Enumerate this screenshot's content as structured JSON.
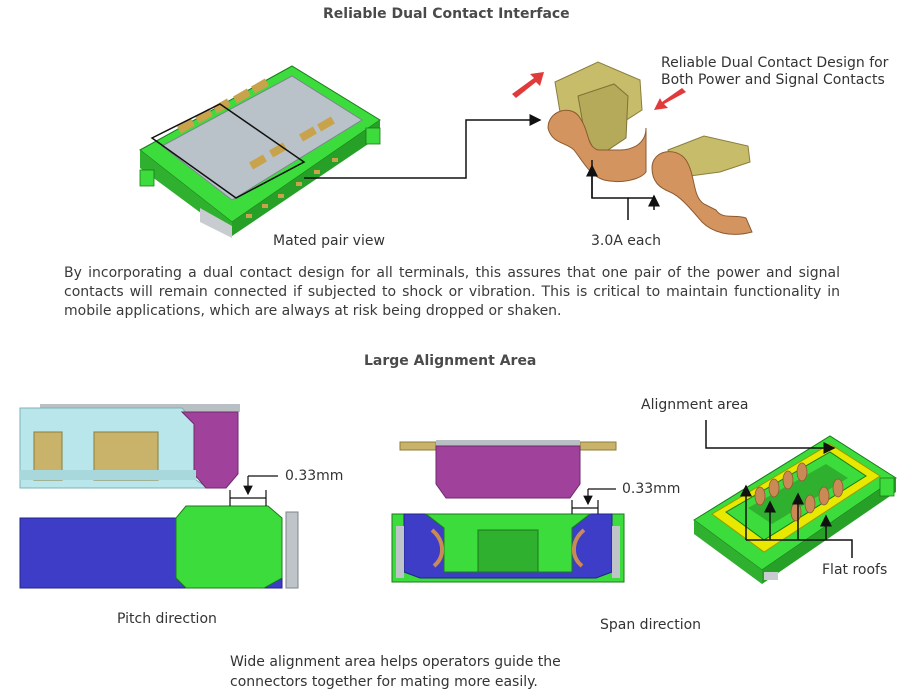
{
  "section1": {
    "title": "Reliable Dual Contact Interface",
    "callout_line1": "Reliable Dual Contact Design for",
    "callout_line2": "Both Power and Signal Contacts",
    "mated_label": "Mated pair view",
    "current_label": "3.0A each",
    "paragraph": "By incorporating a dual contact design for all terminals, this assures that one pair of the power and signal contacts will remain connected if subjected to shock or vibration. This is critical to maintain functionality in mobile applications, which are always at risk being dropped or shaken."
  },
  "section2": {
    "title": "Large Alignment Area",
    "pitch_dim": "0.33mm",
    "span_dim": "0.33mm",
    "pitch_label": "Pitch direction",
    "span_label": "Span direction",
    "alignment_label": "Alignment area",
    "flat_roofs_label": "Flat roofs",
    "caption_line1": "Wide alignment area helps operators guide the",
    "caption_line2": "connectors together for mating more easily."
  },
  "colors": {
    "green": "#3ddc3d",
    "purple": "#a0419c",
    "blue": "#3d3dc8",
    "lightblue": "#b8e6ea",
    "gold": "#c9b26a",
    "copper": "#c98a55",
    "arrow_red": "#e03a3a",
    "yellow": "#e8e800",
    "gray": "#9aa0a6"
  }
}
